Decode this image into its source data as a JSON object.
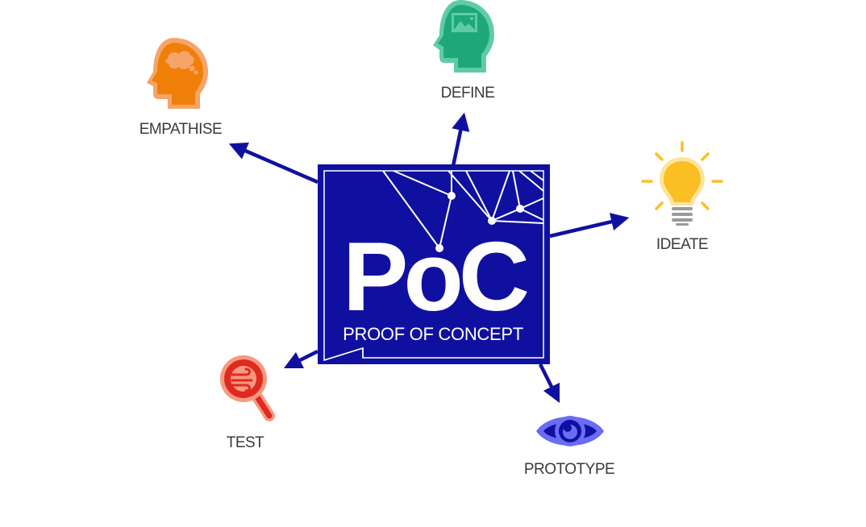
{
  "center": {
    "title": "PoC",
    "subtitle": "PROOF OF CONCEPT",
    "color": "#1010a0"
  },
  "stages": [
    {
      "id": "empathise",
      "label": "EMPATHISE",
      "icon": "head-thought-bubble-icon",
      "color": "#f07f0a"
    },
    {
      "id": "define",
      "label": "DEFINE",
      "icon": "head-image-icon",
      "color": "#1ea87a"
    },
    {
      "id": "ideate",
      "label": "IDEATE",
      "icon": "lightbulb-icon",
      "color": "#fbbf24"
    },
    {
      "id": "prototype",
      "label": "PROTOTYPE",
      "icon": "eye-icon",
      "color": "#6a6cf5"
    },
    {
      "id": "test",
      "label": "TEST",
      "icon": "magnifier-icon",
      "color": "#e02a20"
    }
  ]
}
